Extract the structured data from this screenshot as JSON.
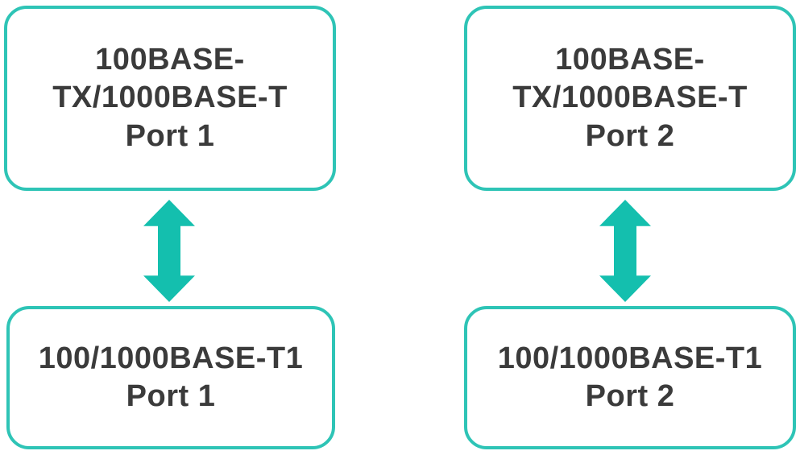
{
  "diagram": {
    "colors": {
      "accent_border": "#2ec4b6",
      "arrow": "#14bfae",
      "text": "#3b3b3b",
      "background": "#ffffff"
    },
    "boxes": {
      "top_left": {
        "label_line1": "100BASE-",
        "label_line2": "TX/1000BASE-T",
        "port": "Port 1"
      },
      "top_right": {
        "label_line1": "100BASE-",
        "label_line2": "TX/1000BASE-T",
        "port": "Port 2"
      },
      "bottom_left": {
        "label": "100/1000BASE-T1",
        "port": "Port 1"
      },
      "bottom_right": {
        "label": "100/1000BASE-T1",
        "port": "Port 2"
      }
    }
  }
}
